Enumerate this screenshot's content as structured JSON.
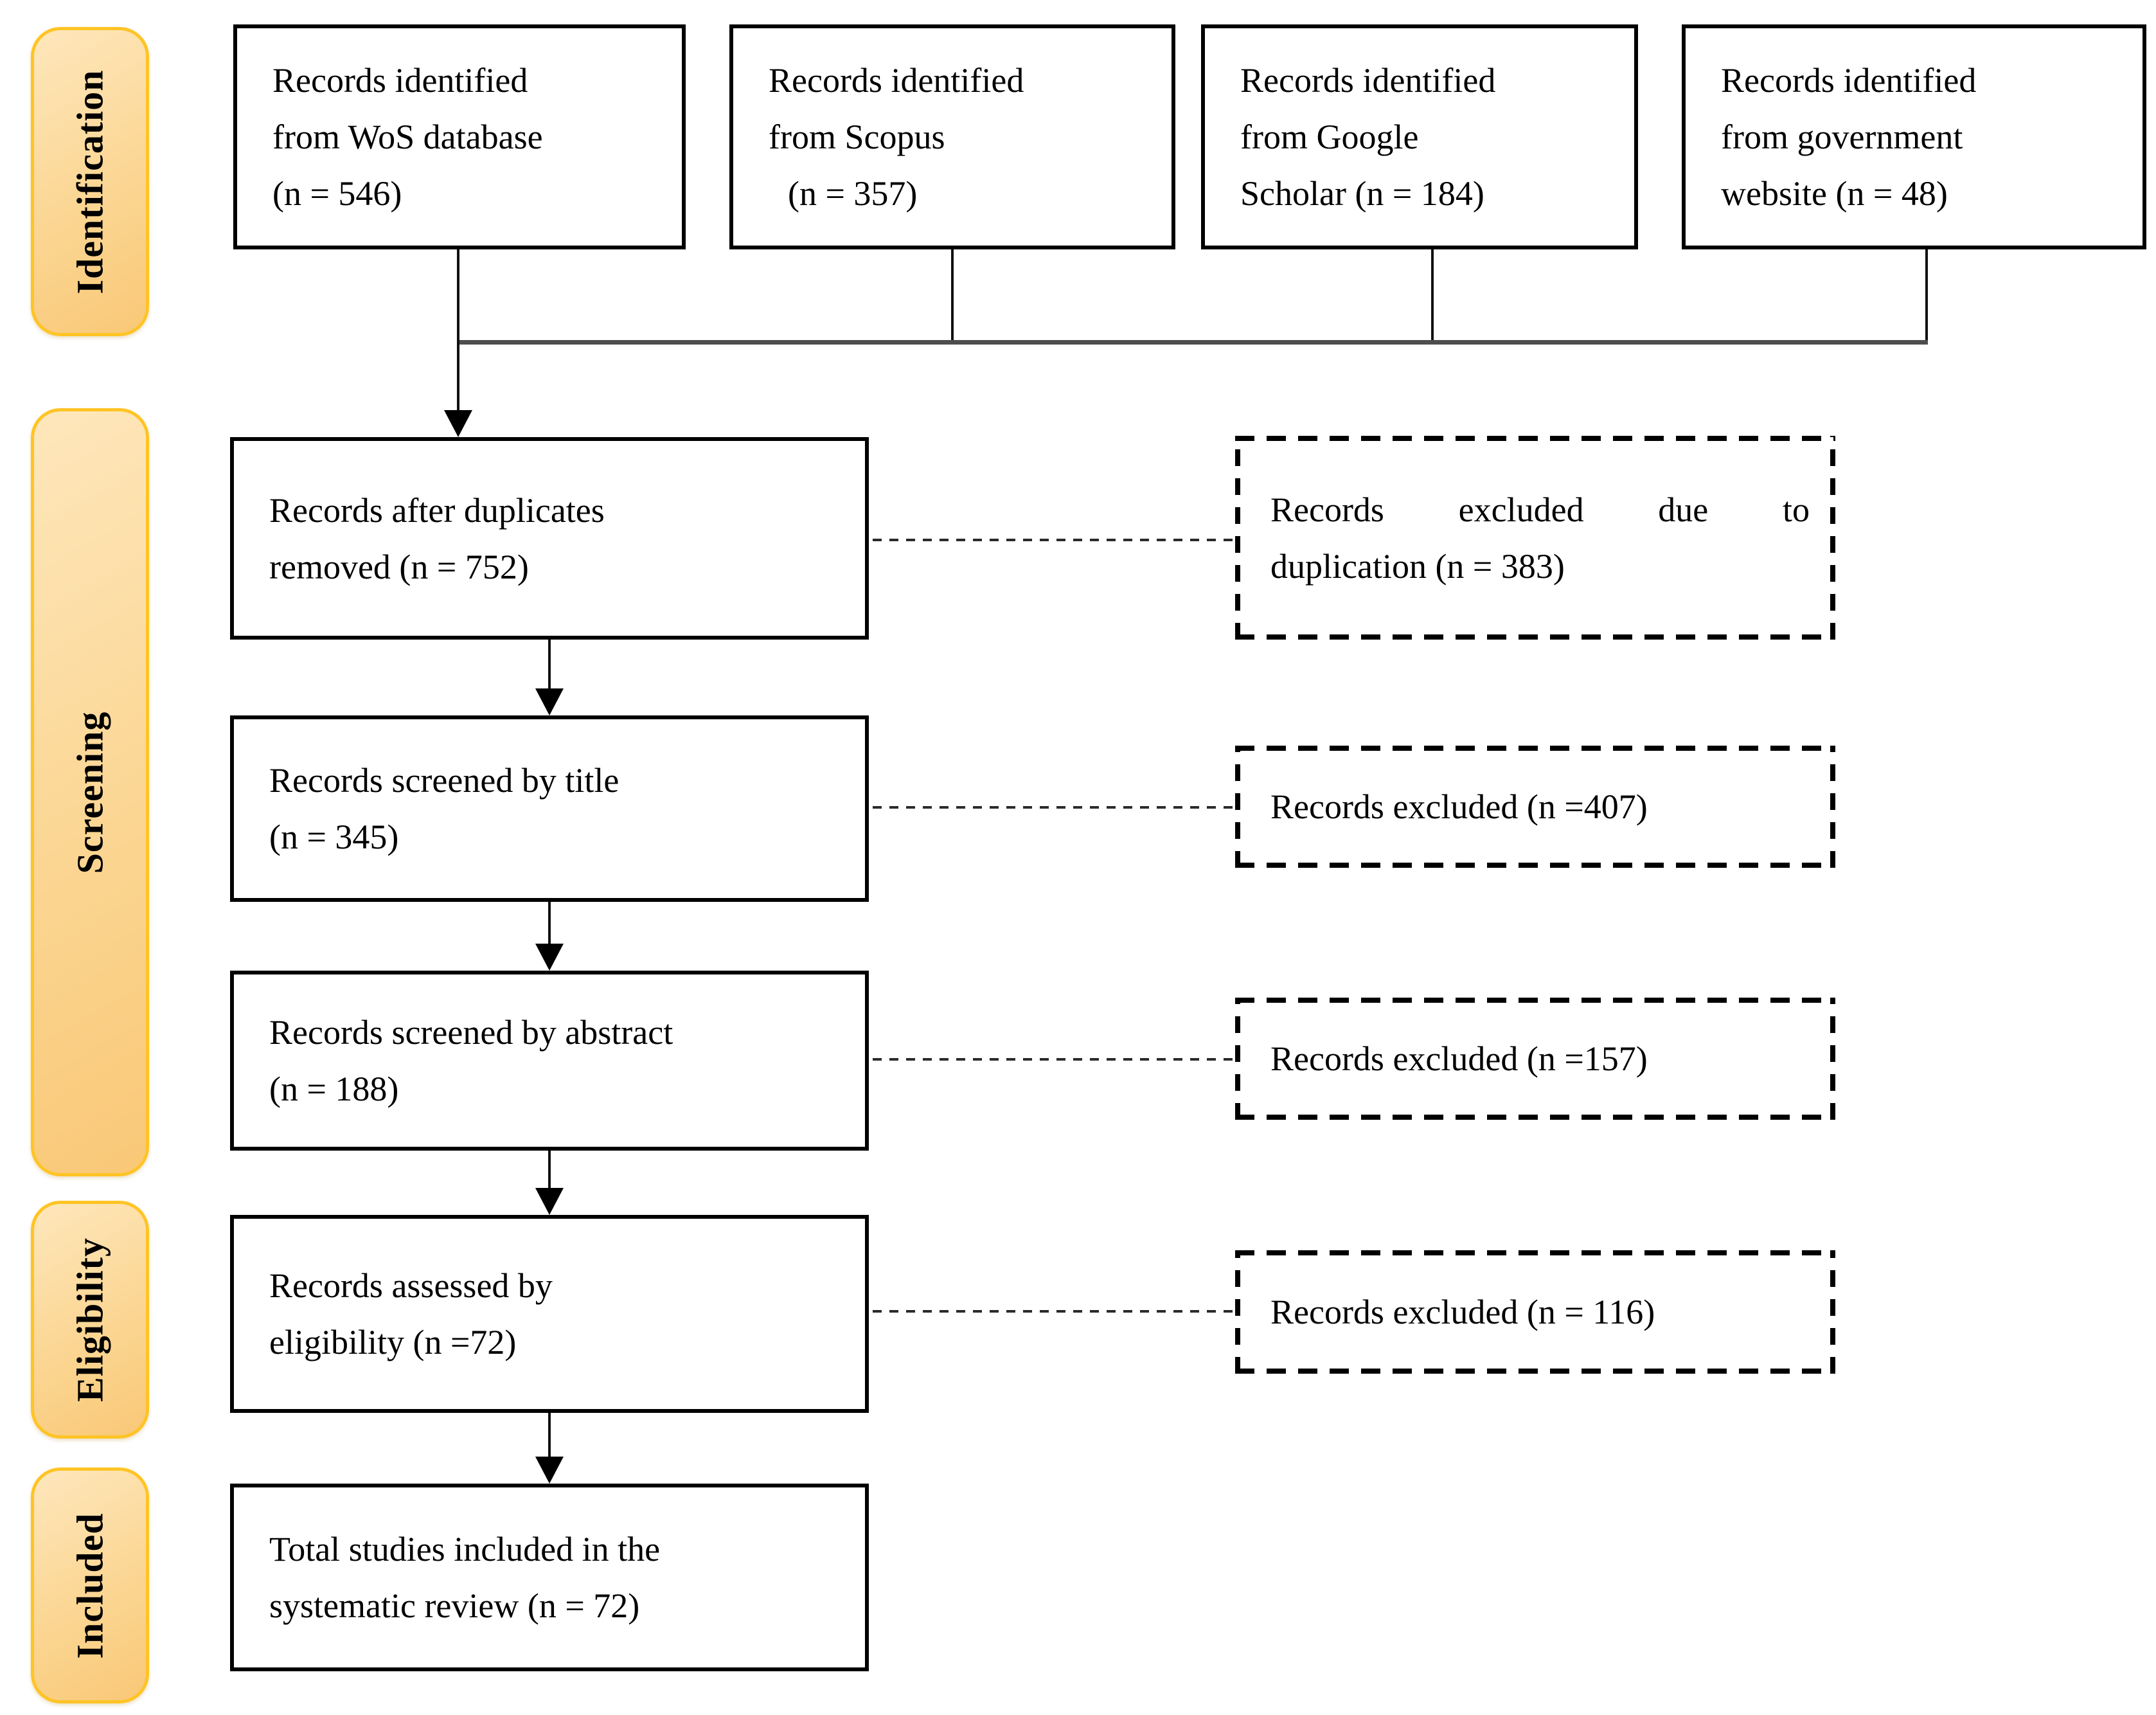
{
  "stages": {
    "identification": "Identification",
    "screening": "Screening",
    "eligibility": "Eligibility",
    "included": "Included"
  },
  "sources": [
    {
      "name": "wos",
      "n": 546,
      "lines": [
        "Records identified",
        "from WoS database",
        "(n = 546)"
      ]
    },
    {
      "name": "scopus",
      "n": 357,
      "lines": [
        "Records identified",
        "from Scopus",
        "(n = 357)"
      ]
    },
    {
      "name": "google-scholar",
      "n": 184,
      "lines": [
        "Records identified",
        "from Google",
        "Scholar (n = 184)"
      ]
    },
    {
      "name": "government-website",
      "n": 48,
      "lines": [
        "Records identified",
        "from government",
        "website (n = 48)"
      ]
    }
  ],
  "flow": [
    {
      "name": "after-duplicates",
      "n": 752,
      "lines": [
        "Records after duplicates",
        "removed (n = 752)"
      ]
    },
    {
      "name": "screened-by-title",
      "n": 345,
      "lines": [
        "Records screened by title",
        "(n = 345)"
      ]
    },
    {
      "name": "screened-by-abstract",
      "n": 188,
      "lines": [
        "Records screened by abstract",
        "(n = 188)"
      ]
    },
    {
      "name": "assessed-by-eligibility",
      "n": 72,
      "lines": [
        "Records assessed by",
        "eligibility (n =72)"
      ]
    },
    {
      "name": "total-included",
      "n": 72,
      "lines": [
        "Total studies included in the",
        "systematic review (n = 72)"
      ]
    }
  ],
  "excluded": [
    {
      "name": "excluded-duplication",
      "n": 383,
      "lines": [
        "Records excluded due to",
        "duplication (n = 383)"
      ]
    },
    {
      "name": "excluded-title",
      "n": 407,
      "lines": [
        "Records excluded (n =407)"
      ]
    },
    {
      "name": "excluded-abstract",
      "n": 157,
      "lines": [
        "Records excluded (n =157)"
      ]
    },
    {
      "name": "excluded-eligibility",
      "n": 116,
      "lines": [
        "Records excluded (n = 116)"
      ]
    }
  ],
  "colors": {
    "stage_fill_light": "#FEE7BC",
    "stage_fill_dark": "#F9C877",
    "stage_border": "#FFC425",
    "box_border": "#000000",
    "collector_line": "#4D4D4D",
    "text": "#000000"
  }
}
